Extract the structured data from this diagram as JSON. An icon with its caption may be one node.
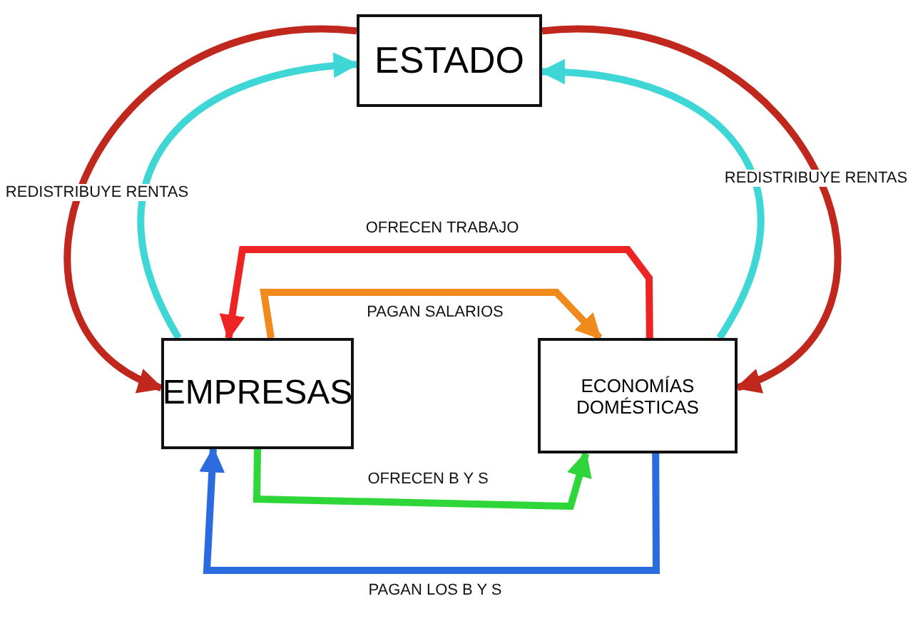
{
  "diagram": {
    "nodes": [
      {
        "text": [
          "ESTADO"
        ]
      },
      {
        "text": [
          "EMPRESAS"
        ]
      },
      {
        "text": [
          "ECONOMÍAS DOMÉSTICAS"
        ]
      }
    ],
    "edges": [
      {
        "from": 0,
        "to": 1,
        "arrow": "to",
        "label": "REDISTRIBUYE RENTAS",
        "color": "#c0281e"
      },
      {
        "from": 1,
        "to": 0,
        "arrow": "to",
        "color": "#3fd6d6"
      },
      {
        "from": 0,
        "to": 2,
        "arrow": "to",
        "label": "REDISTRIBUYE RENTAS",
        "color": "#c0281e"
      },
      {
        "from": 2,
        "to": 0,
        "arrow": "to",
        "color": "#3fd6d6"
      },
      {
        "from": 2,
        "to": 1,
        "arrow": "to",
        "label": "OFRECEN TRABAJO",
        "color": "#ee2424"
      },
      {
        "from": 1,
        "to": 2,
        "arrow": "to",
        "label": "PAGAN SALARIOS",
        "color": "#f08a1c"
      },
      {
        "from": 1,
        "to": 2,
        "arrow": "to",
        "label": "OFRECEN B Y S",
        "color": "#2fd63a"
      },
      {
        "from": 2,
        "to": 1,
        "arrow": "to",
        "label": "PAGAN LOS B Y S",
        "color": "#2a6be0"
      }
    ]
  }
}
